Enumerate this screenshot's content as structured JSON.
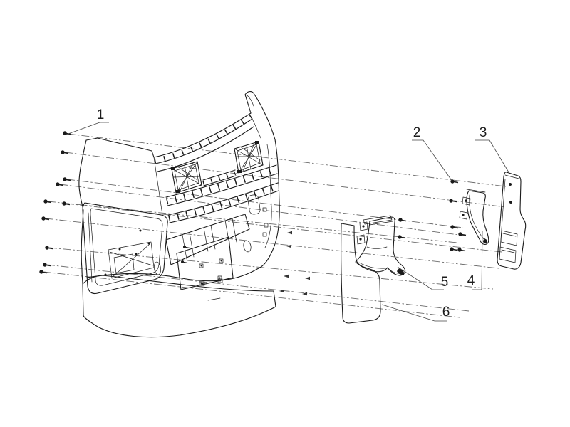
{
  "diagram": {
    "colors": {
      "background": "#ffffff",
      "line": "#1a1a1a",
      "axis_line": "#6b6b6b",
      "label_text": "#1c1c1c"
    },
    "callouts": [
      {
        "label": "1"
      },
      {
        "label": "2"
      },
      {
        "label": "3"
      },
      {
        "label": "4"
      },
      {
        "label": "5"
      },
      {
        "label": "6"
      }
    ]
  }
}
